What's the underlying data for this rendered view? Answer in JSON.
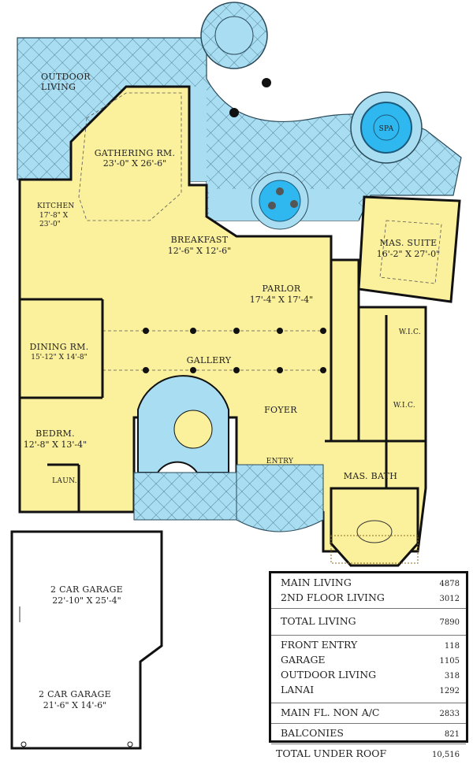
{
  "colors": {
    "living": "#fbf09c",
    "outdoor": "#a9def2",
    "pool": "#2fb7ef",
    "wall": "#111111"
  },
  "rooms": {
    "outdoor_living": [
      "OUTDOOR",
      "LIVING"
    ],
    "gathering": {
      "name": "GATHERING RM.",
      "size": "23'-0\" X 26'-6\""
    },
    "kitchen": {
      "name": "KITCHEN",
      "size1": "17'-8\" X",
      "size2": "23'-0\""
    },
    "breakfast": {
      "name": "BREAKFAST",
      "size": "12'-6\" X 12'-6\""
    },
    "spa": "SPA",
    "mas_suite": {
      "name": "MAS. SUITE",
      "size": "16'-2\" X 27'-0\""
    },
    "parlor": {
      "name": "PARLOR",
      "size": "17'-4\" X 17'-4\""
    },
    "dining": {
      "name": "DINING RM.",
      "size": "15'-12\" X 14'-8\""
    },
    "gallery": "GALLERY",
    "wic1": "W.I.C.",
    "wic2": "W.I.C.",
    "foyer": "FOYER",
    "bedroom": {
      "name": "BEDRM.",
      "size": "12'-8\" X 13'-4\""
    },
    "entry": "ENTRY",
    "laundry": "LAUN.",
    "mas_bath": "MAS. BATH",
    "garage1": {
      "name": "2 CAR GARAGE",
      "size": "22'-10\" X 25'-4\""
    },
    "garage2": {
      "name": "2 CAR GARAGE",
      "size": "21'-6\" X 14'-6\""
    }
  },
  "area_table": [
    [
      {
        "label": "MAIN LIVING",
        "value": "4878"
      },
      {
        "label": "2ND FLOOR LIVING",
        "value": "3012"
      }
    ],
    [
      {
        "label": "TOTAL LIVING",
        "value": "7890"
      }
    ],
    [
      {
        "label": "FRONT ENTRY",
        "value": "118"
      },
      {
        "label": "GARAGE",
        "value": "1105"
      },
      {
        "label": "OUTDOOR LIVING",
        "value": "318"
      },
      {
        "label": "LANAI",
        "value": "1292"
      }
    ],
    [
      {
        "label": "MAIN FL. NON A/C",
        "value": "2833"
      }
    ],
    [
      {
        "label": "BALCONIES",
        "value": "821"
      }
    ],
    [
      {
        "label": "TOTAL UNDER ROOF",
        "value": "10,516"
      }
    ]
  ]
}
